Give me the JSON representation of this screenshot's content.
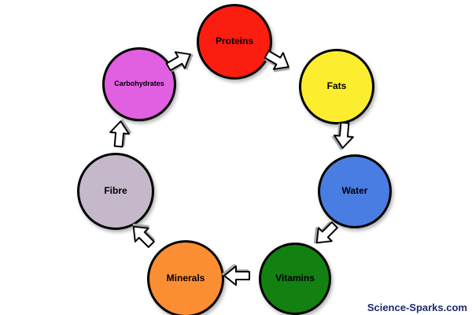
{
  "diagram": {
    "type": "cycle",
    "title": "",
    "nodes": [
      {
        "id": "proteins",
        "label": "Proteins",
        "color": "#fb1d10",
        "text_color": "#000000"
      },
      {
        "id": "fats",
        "label": "Fats",
        "color": "#fcee2e",
        "text_color": "#000000"
      },
      {
        "id": "water",
        "label": "Water",
        "color": "#4a7de2",
        "text_color": "#000000"
      },
      {
        "id": "vitamins",
        "label": "Vitamins",
        "color": "#128112",
        "text_color": "#000000"
      },
      {
        "id": "minerals",
        "label": "Minerals",
        "color": "#fb8e33",
        "text_color": "#000000"
      },
      {
        "id": "fibre",
        "label": "Fibre",
        "color": "#c5b8ca",
        "text_color": "#000000"
      },
      {
        "id": "carbohydrates",
        "label": "Carbohydrates",
        "color": "#e15fe1",
        "text_color": "#000000"
      }
    ],
    "arrows": [
      {
        "from": "Carbohydrates",
        "to": "Proteins"
      },
      {
        "from": "Proteins",
        "to": "Fats"
      },
      {
        "from": "Fats",
        "to": "Water"
      },
      {
        "from": "Water",
        "to": "Vitamins"
      },
      {
        "from": "Vitamins",
        "to": "Minerals"
      },
      {
        "from": "Minerals",
        "to": "Fibre"
      },
      {
        "from": "Fibre",
        "to": "Carbohydrates"
      }
    ],
    "arrow_color": "#ffffff",
    "watermark": "Science-Sparks.com"
  }
}
